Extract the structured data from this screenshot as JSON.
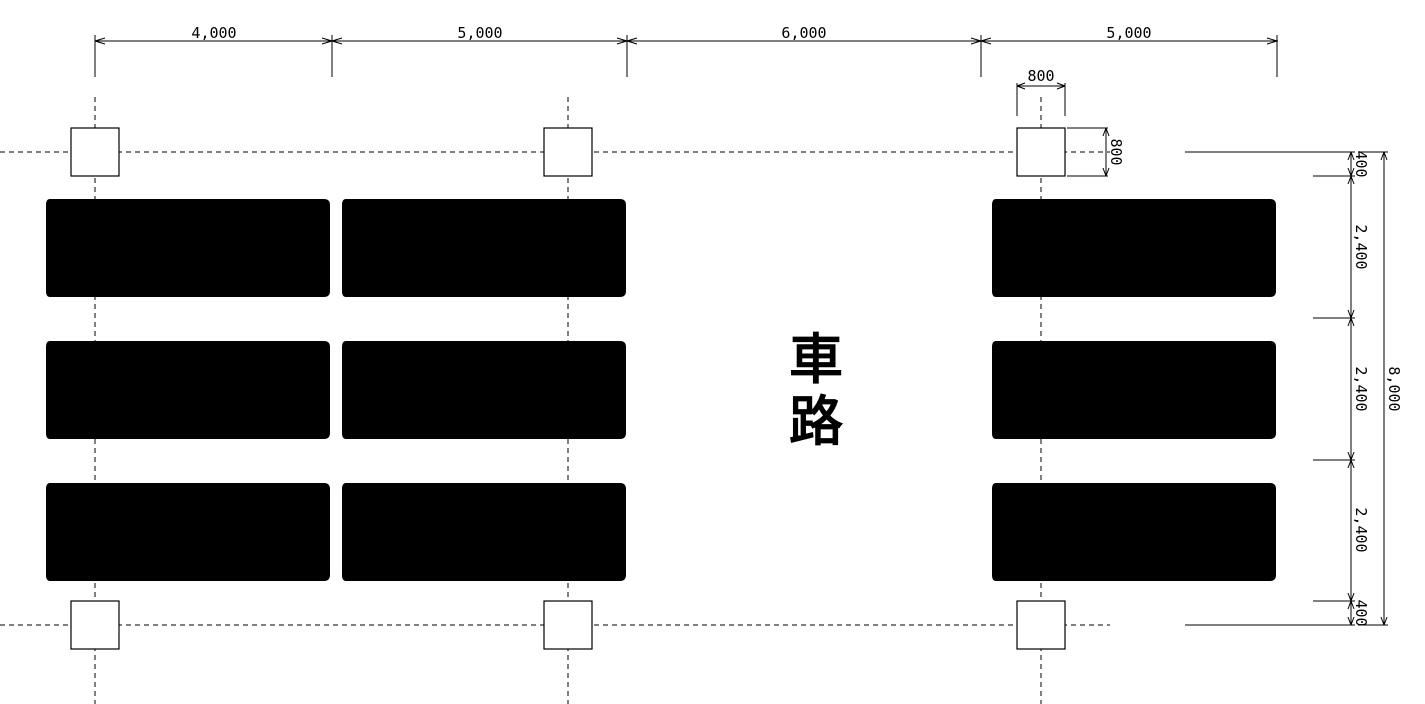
{
  "dimensions": {
    "top": [
      "4,000",
      "5,000",
      "6,000",
      "5,000"
    ],
    "column_width": "800",
    "column_depth": "800",
    "right_segments": [
      "400",
      "2,400",
      "2,400",
      "2,400",
      "400"
    ],
    "overall": "8,000"
  },
  "road_label": [
    "車",
    "路"
  ],
  "layout": {
    "parking_rows_per_bay": 3,
    "left_bay_columns": 2,
    "right_bay_columns": 1
  }
}
